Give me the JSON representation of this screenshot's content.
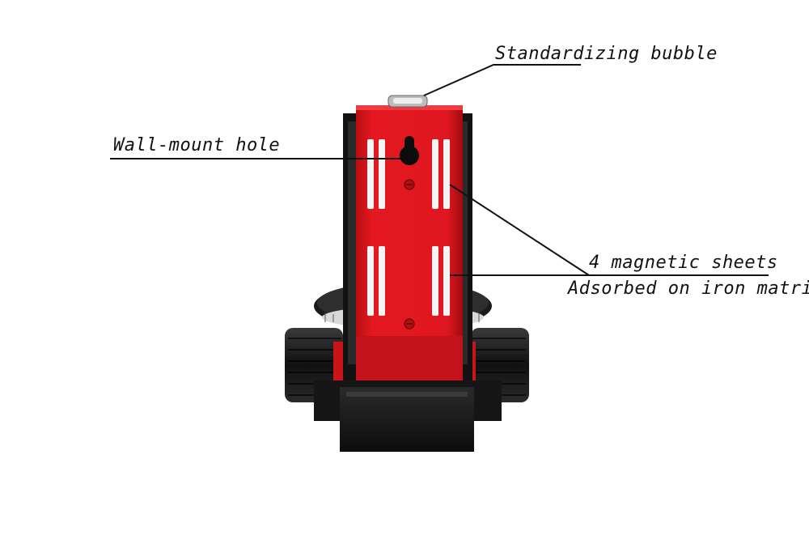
{
  "callouts": {
    "bubble": "Standardizing bubble",
    "wall_hole": "Wall-mount hole",
    "magnetic_sheets": "4 magnetic sheets",
    "adsorbed": "Adsorbed on iron matrix"
  },
  "colors": {
    "body_red": "#e3161d",
    "dark_red": "#a80c12",
    "black": "#151515",
    "slot_white": "#f4f4f4",
    "leader_line": "#111111"
  }
}
